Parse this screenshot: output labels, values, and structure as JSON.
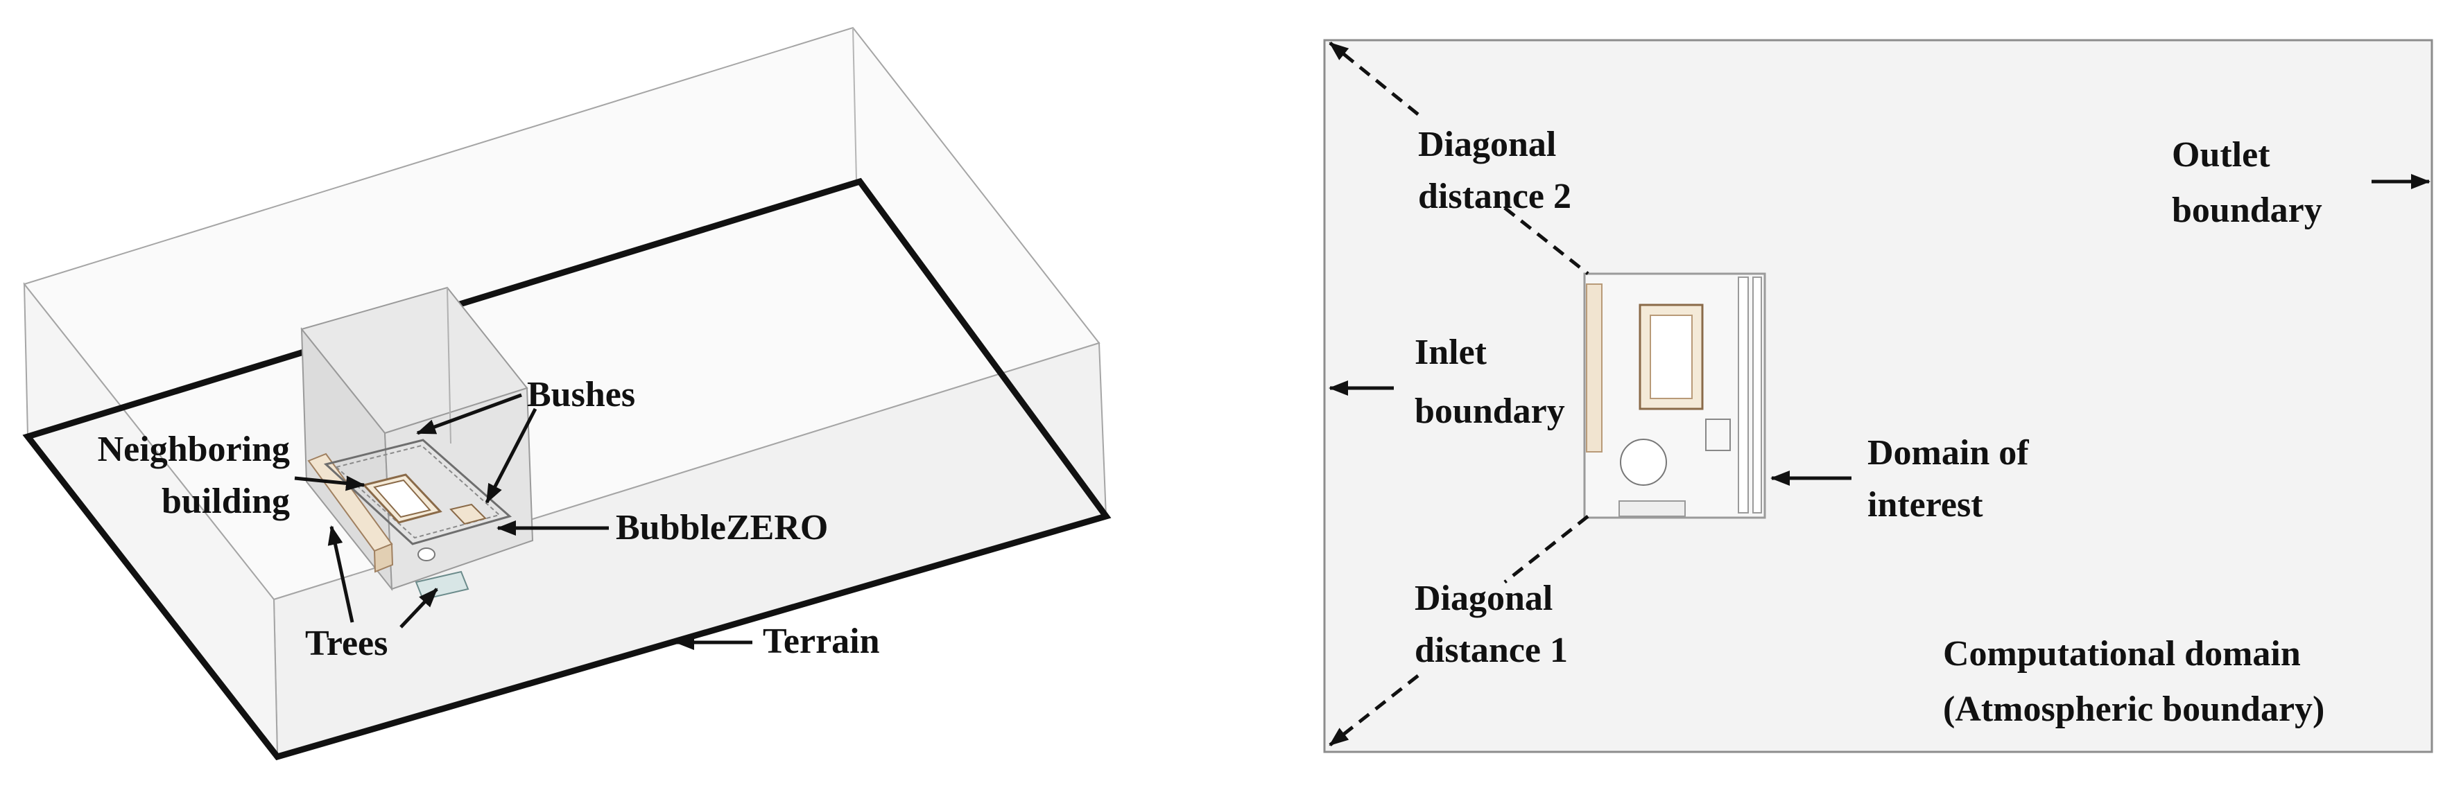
{
  "left_panel": {
    "labels": {
      "bushes": "Bushes",
      "neighboring_line1": "Neighboring",
      "neighboring_line2": "building",
      "bubblezero": "BubbleZERO",
      "trees": "Trees",
      "terrain": "Terrain"
    }
  },
  "right_panel": {
    "labels": {
      "diagonal2_line1": "Diagonal",
      "diagonal2_line2": "distance 2",
      "outlet_line1": "Outlet",
      "outlet_line2": "boundary",
      "inlet_line1": "Inlet",
      "inlet_line2": "boundary",
      "domain_line1": "Domain of",
      "domain_line2": "interest",
      "diagonal1_line1": "Diagonal",
      "diagonal1_line2": "distance 1",
      "comp_line1": "Computational domain",
      "comp_line2": "(Atmospheric boundary)"
    }
  },
  "colors": {
    "ink": "#111111",
    "box_edge": "#9a9a9a",
    "box_fill": "#f4f4f4",
    "inner_fill": "#dedede",
    "tree_fill": "#f1e4d0",
    "tree_edge": "#b89a78"
  }
}
